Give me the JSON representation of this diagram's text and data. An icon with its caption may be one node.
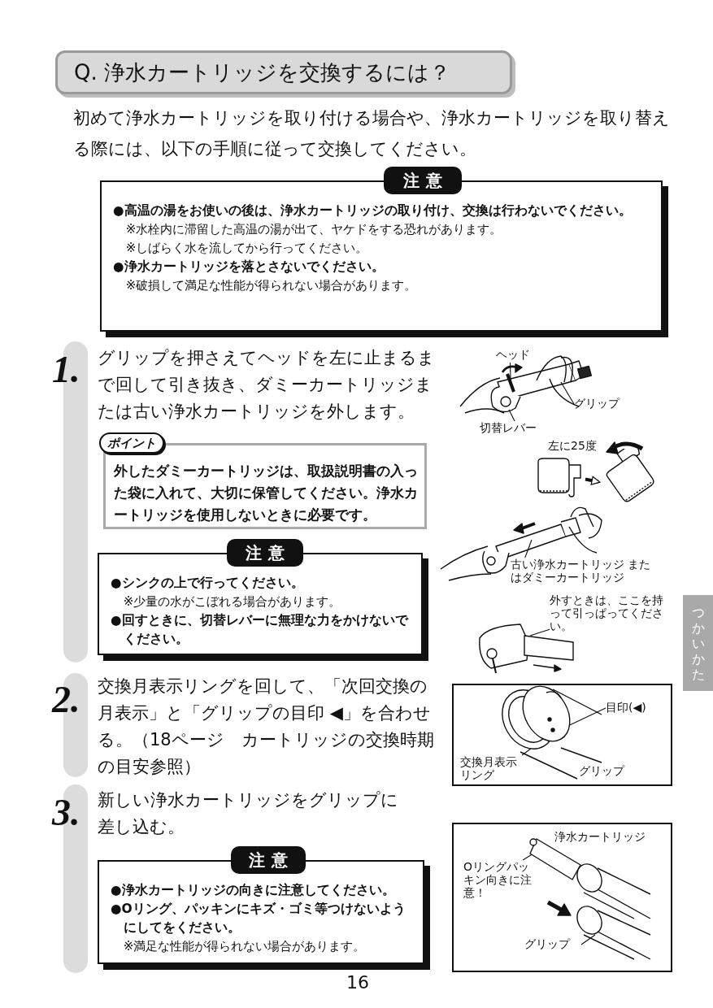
{
  "diagram": {
    "nodes": [
      {
        "text": [
          "Q. 浄水カートリッジを交換するには？"
        ]
      },
      {
        "text": [
          "注意",
          "●高温の湯をお使いの後は、浄水カートリッジの取り付け、交換は行わないでください。",
          "※水栓内に滞留した高温の湯が出て、ヤケドをする恐れがあります。",
          "※しばらく水を流してから行ってください。",
          "●浄水カートリッジを落とさないでください。",
          "※破損して満足な性能が得られない場合があります。"
        ]
      },
      {
        "text": [
          "ポイント",
          "外したダミーカートリッジは、取扱説明書の入った袋に入れて、大切に保管してください。浄水カートリッジを使用しないときに必要です。"
        ]
      },
      {
        "text": [
          "注意",
          "●シンクの上で行ってください。",
          "※少量の水がこぼれる場合があります。",
          "●回すときに、切替レバーに無理な力をかけないでください。"
        ]
      },
      {
        "text": [
          "注意",
          "●浄水カートリッジの向きに注意してください。",
          "●Oリング、パッキンにキズ・ゴミ等つけないようにしてをください。",
          "※満足な性能が得られない場合があります。"
        ]
      },
      {
        "text": [
          "ヘッド"
        ]
      },
      {
        "text": [
          "グリップ"
        ]
      },
      {
        "text": [
          "切替レバー"
        ]
      },
      {
        "text": [],
        "shape": "picture"
      },
      {
        "text": [],
        "shape": "picture"
      },
      {
        "text": [
          "古い浄水カートリッジ またはダミーカートリッジ"
        ]
      },
      {
        "text": [
          "外すときは、ここを持って引っぱってください。"
        ]
      },
      {
        "text": [],
        "shape": "box"
      },
      {
        "text": [
          "目印(◀)"
        ],
        "in": 12
      },
      {
        "text": [
          "交換月表示リング"
        ],
        "in": 12
      },
      {
        "text": [],
        "shape": "box"
      },
      {
        "text": [
          "Oリングパッキン向きに注意！"
        ],
        "in": 15
      },
      {
        "text": [
          "グリップ"
        ],
        "in": 15
      },
      {
        "text": [
          "つかいかた"
        ]
      },
      {
        "text": [],
        "shape": "bar"
      },
      {
        "text": [],
        "shape": "bar"
      },
      {
        "text": [],
        "shape": "bar"
      },
      {
        "text": [],
        "shape": "picture"
      },
      {
        "text": [],
        "shape": "picture"
      },
      {
        "text": [],
        "shape": "picture"
      },
      {
        "text": [],
        "shape": "picture",
        "in": 12
      },
      {
        "text": [],
        "shape": "picture",
        "in": 15
      }
    ],
    "edges": [
      {
        "from": 5,
        "to": 22,
        "arrow": "none"
      },
      {
        "from": 6,
        "to": 22,
        "arrow": "none"
      },
      {
        "from": 7,
        "to": 22,
        "arrow": "none"
      },
      {
        "from": 8,
        "to": 9,
        "arrow": "to",
        "style": "thick"
      },
      {
        "from": 10,
        "to": 23,
        "arrow": "none"
      },
      {
        "from": 11,
        "to": 24,
        "arrow": "none"
      },
      {
        "from": 13,
        "to": 25,
        "arrow": "none"
      },
      {
        "from": 14,
        "to": 25,
        "arrow": "none"
      },
      {
        "from": 16,
        "to": 26,
        "arrow": "none"
      },
      {
        "from": 17,
        "to": 26,
        "arrow": "none"
      }
    ],
    "labels": [
      "初めて浄水カートリッジを取り付ける場合や、浄水カートリッジを取り替える際には、以下の手順に従って交換してください。",
      "1.",
      "グリップを押さえてヘッドを左に止まるまで回して引き抜き、ダミーカートリッジまたは古い浄水カートリッジを外します。",
      "左に25度",
      "2.",
      "交換月表示リングを回して、「次回交換の月表示」と「グリップの目印 ◀」を合わせる。（18ページ　カートリッジの交換時期の目安参照）",
      "グリップ",
      "3.",
      "新しい浄水カートリッジをグリップに差し込む。",
      "浄水カートリッジ",
      "16"
    ]
  }
}
